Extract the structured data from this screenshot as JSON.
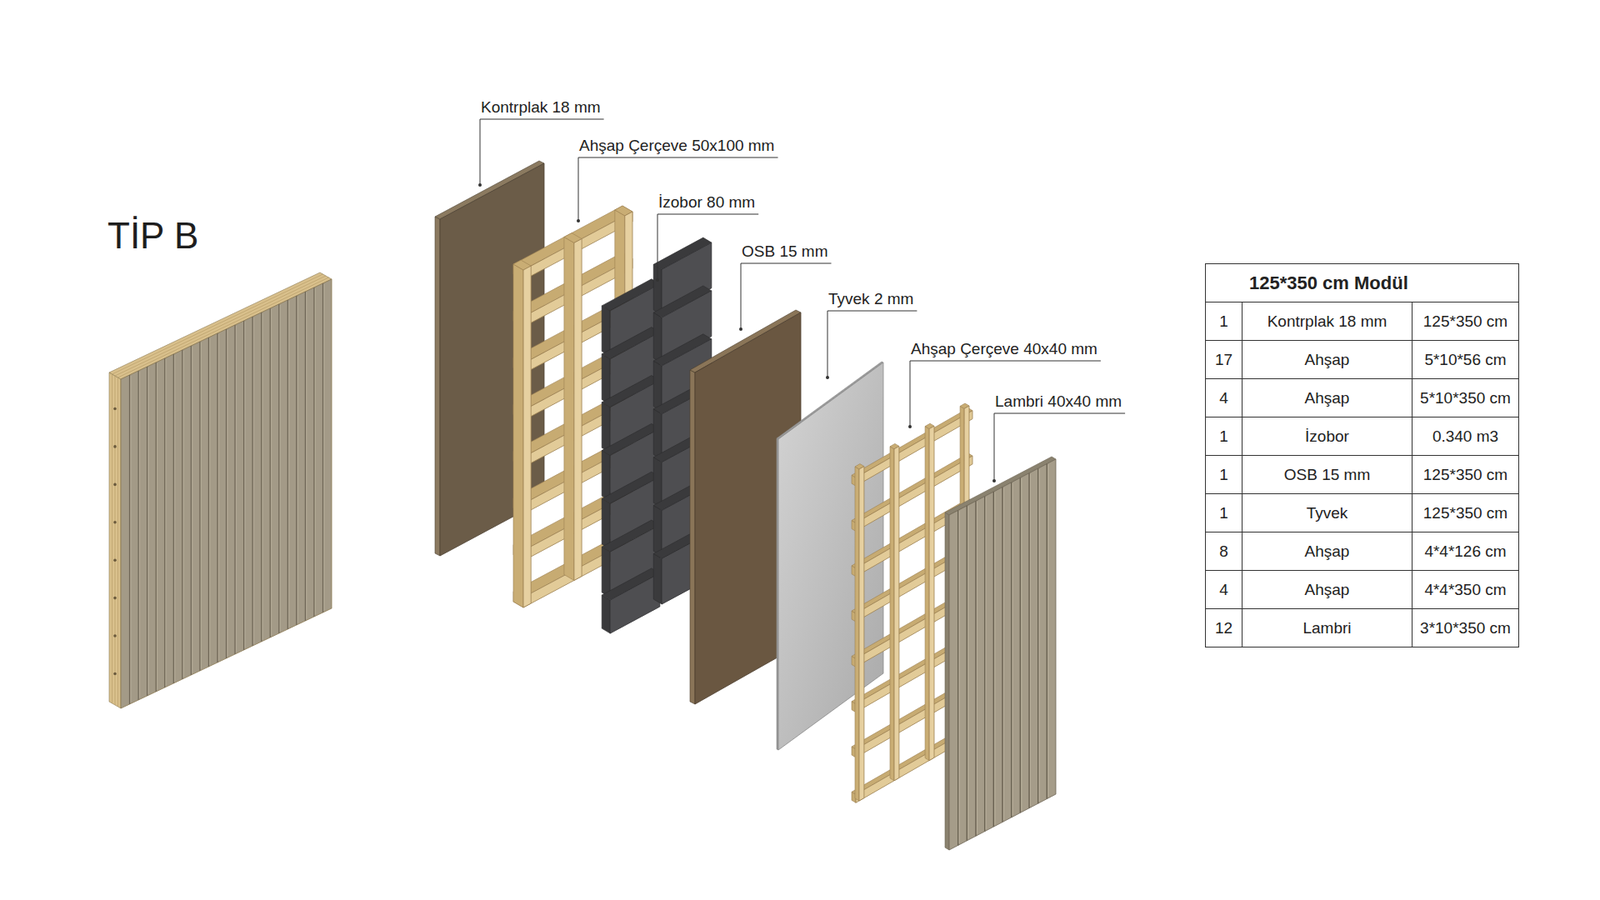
{
  "diagram": {
    "title": "TİP B",
    "labels": [
      "Kontrplak 18 mm",
      "Ahşap Çerçeve 50x100 mm",
      "İzobor 80 mm",
      "OSB 15 mm",
      "Tyvek 2 mm",
      "Ahşap Çerçeve 40x40 mm",
      "Lambri 40x40 mm",
      "125*350 cm Modül",
      "1",
      "Kontrplak 18 mm",
      "125*350 cm",
      "17",
      "Ahşap",
      "5*10*56 cm",
      "4",
      "Ahşap",
      "5*10*350 cm",
      "1",
      "İzobor",
      "0.340 m3",
      "1",
      "OSB 15 mm",
      "125*350 cm",
      "1",
      "Tyvek",
      "125*350 cm",
      "8",
      "Ahşap",
      "4*4*126 cm",
      "4",
      "Ahşap",
      "4*4*350 cm",
      "12",
      "Lambri",
      "3*10*350 cm"
    ]
  }
}
